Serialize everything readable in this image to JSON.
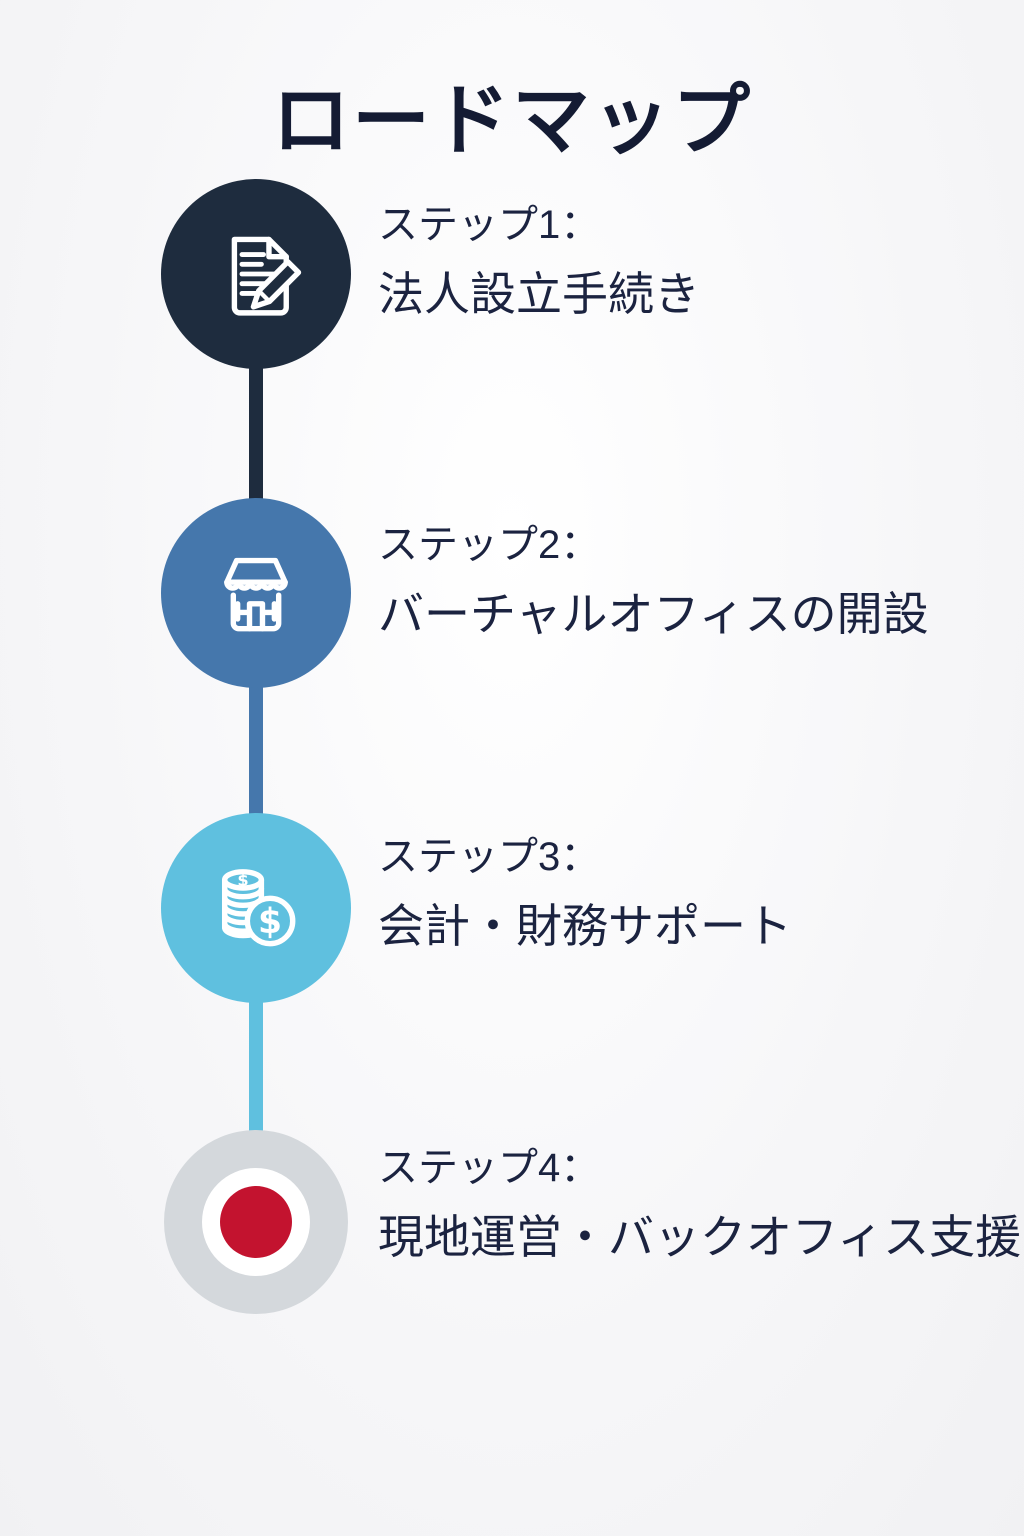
{
  "title": "ロードマップ",
  "colors": {
    "background": "#f4f4f6",
    "title_text": "#141b33",
    "step_text": "#1b2340",
    "icon_stroke": "#ffffff",
    "step1_circle": "#1e2c3e",
    "step2_circle": "#4577ac",
    "step3_circle": "#5fc0df",
    "step4_ring": "#d4d8dc",
    "step4_inner_ring": "#ffffff",
    "step4_center": "#c3132f"
  },
  "steps": [
    {
      "label": "ステップ1：",
      "description": "法人設立手続き",
      "icon": "document-pencil-icon",
      "color": "#1e2c3e"
    },
    {
      "label": "ステップ2：",
      "description": "バーチャルオフィスの開設",
      "icon": "storefront-icon",
      "color": "#4577ac"
    },
    {
      "label": "ステップ3：",
      "description": "会計・財務サポート",
      "icon": "coins-dollar-icon",
      "color": "#5fc0df"
    },
    {
      "label": "ステップ4：",
      "description": "現地運営・バックオフィス支援",
      "icon": "target-icon",
      "color": "#d4d8dc",
      "accent_color": "#c3132f"
    }
  ],
  "coin_symbol": "$",
  "coin_symbol_small": "$"
}
